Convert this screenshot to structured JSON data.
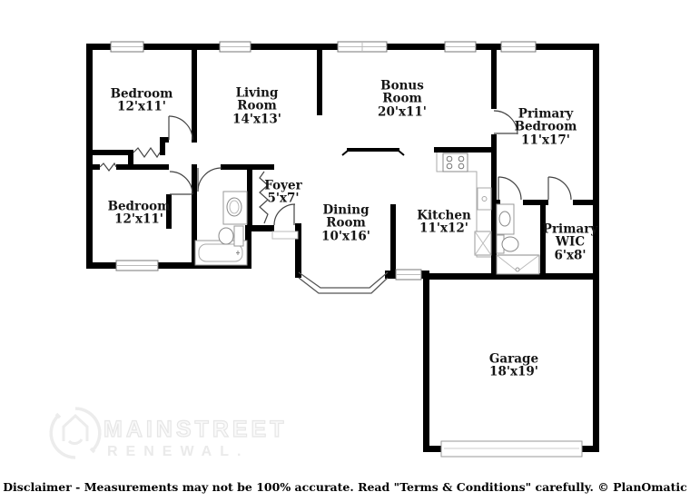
{
  "plan": {
    "rooms": [
      {
        "name": "Bedroom",
        "dims": "12'x11'"
      },
      {
        "name": "Living Room",
        "dims": "14'x13'"
      },
      {
        "name": "Bonus Room",
        "dims": "20'x11'"
      },
      {
        "name": "Primary Bedroom",
        "dims": "11'x17'"
      },
      {
        "name": "Bedroom",
        "dims": "12'x11'"
      },
      {
        "name": "Foyer",
        "dims": "5'x7'"
      },
      {
        "name": "Dining Room",
        "dims": "10'x16'"
      },
      {
        "name": "Kitchen",
        "dims": "11'x12'"
      },
      {
        "name": "Primary WIC",
        "dims": "6'x8'"
      },
      {
        "name": "Garage",
        "dims": "18'x19'"
      }
    ]
  },
  "watermark": {
    "brand": "MAINSTREET",
    "suffix": "RENEWAL."
  },
  "footer": {
    "disclaimer": "Disclaimer - Measurements may not be 100% accurate. Read \"Terms & Conditions\" carefully. © PlanOmatic"
  },
  "colors": {
    "wall": "#000000",
    "fixture_stroke": "#999999",
    "watermark": "#ececec",
    "label_text": "#151515"
  }
}
